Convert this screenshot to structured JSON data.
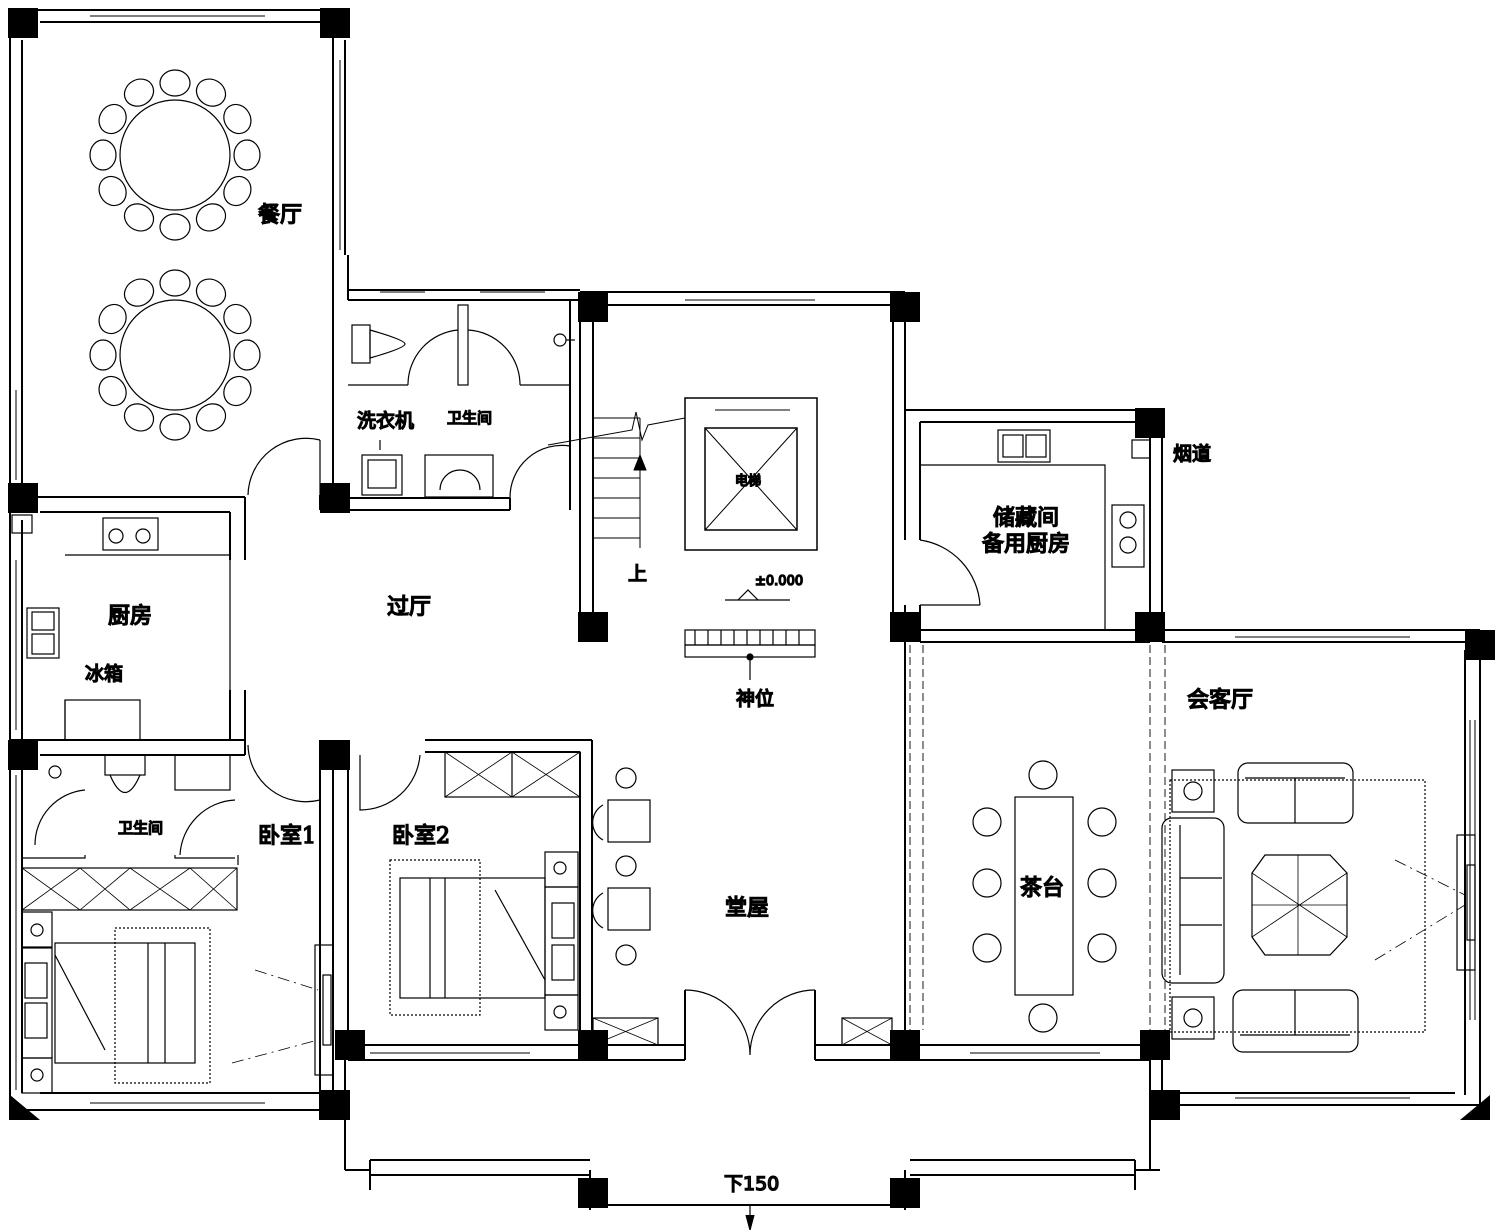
{
  "rooms": {
    "dining": "餐厅",
    "laundry": "洗衣机",
    "bath_top": "卫生间",
    "elevator": "电梯",
    "flue": "烟道",
    "storage_line1": "储藏间",
    "storage_line2": "备用厨房",
    "kitchen": "厨房",
    "fridge": "冰箱",
    "hall": "过厅",
    "stairs_up": "上",
    "elevation": "±0.000",
    "altar": "神位",
    "reception": "会客厅",
    "bath_bottom": "卫生间",
    "bedroom1": "卧室1",
    "bedroom2": "卧室2",
    "main_hall": "堂屋",
    "tea_table": "茶台",
    "step_down": "下150"
  }
}
